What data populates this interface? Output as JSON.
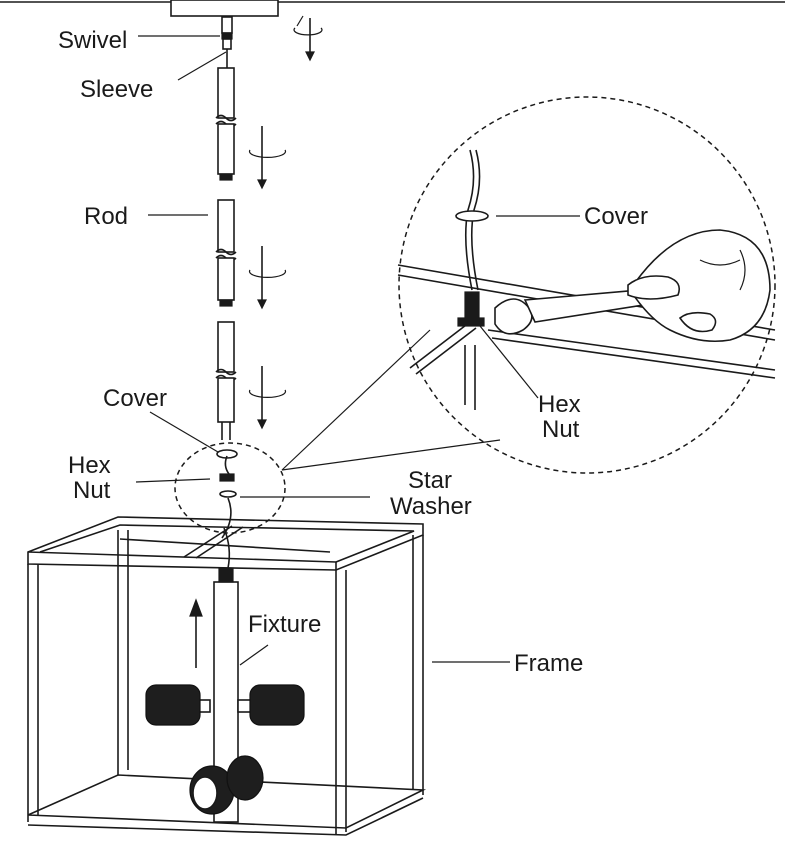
{
  "labels": {
    "swivel": "Swivel",
    "sleeve": "Sleeve",
    "rod": "Rod",
    "cover": "Cover",
    "hex_nut_line1": "Hex",
    "hex_nut_line2": "Nut",
    "star_washer_line1": "Star",
    "star_washer_line2": "Washer",
    "fixture": "Fixture",
    "frame": "Frame",
    "detail_cover": "Cover",
    "detail_hex_nut_line1": "Hex",
    "detail_hex_nut_line2": "Nut"
  }
}
